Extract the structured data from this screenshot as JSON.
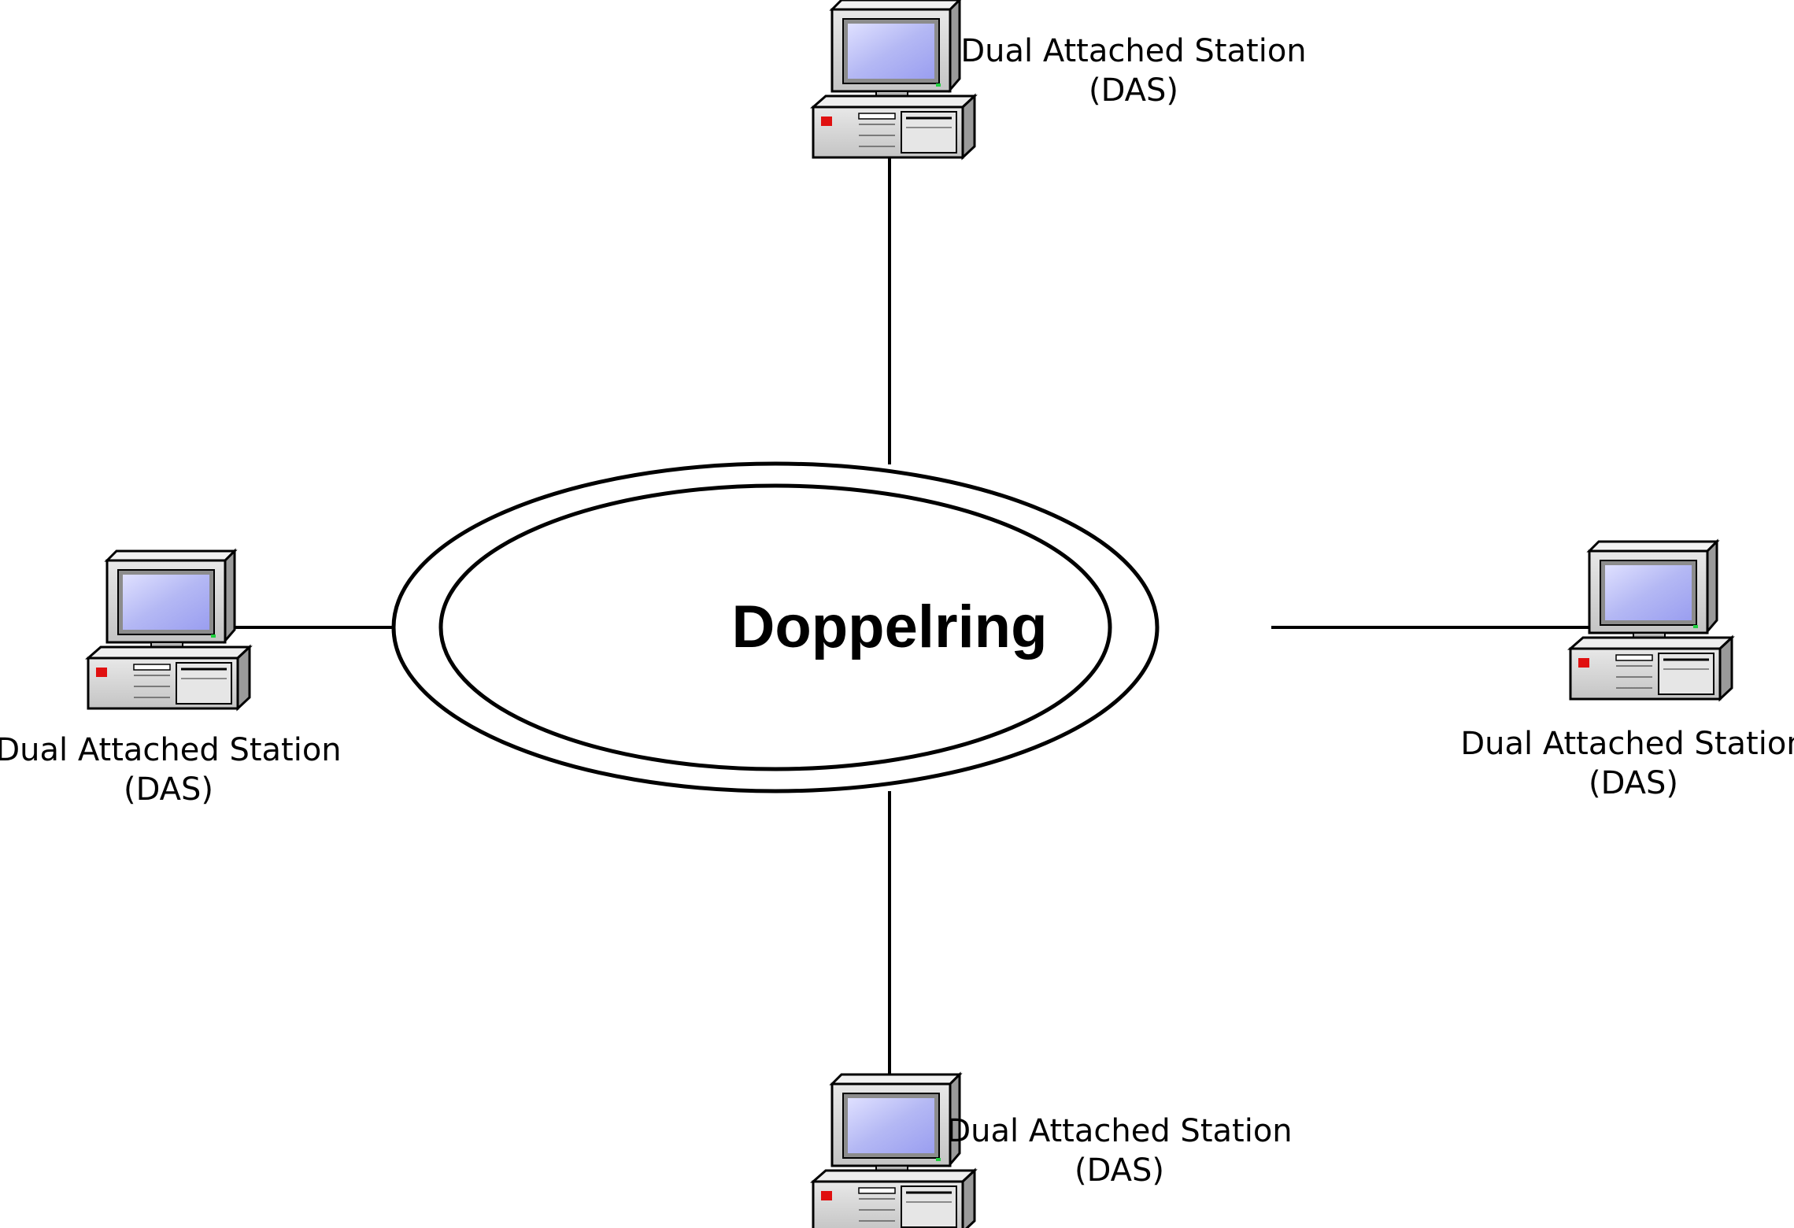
{
  "diagram": {
    "ring": {
      "title": "Doppelring"
    },
    "stations": [
      {
        "id": "top",
        "line1": "Dual Attached Station",
        "line2": "(DAS)"
      },
      {
        "id": "left",
        "line1": "Dual Attached Station",
        "line2": "(DAS)"
      },
      {
        "id": "right",
        "line1": "Dual Attached Station",
        "line2": "(DAS)"
      },
      {
        "id": "bottom",
        "line1": "Dual Attached Station",
        "line2": "(DAS)"
      }
    ],
    "colors": {
      "screen": "#b4b8f4",
      "case": "#d6d6d6",
      "led_red": "#e01010",
      "led_green": "#20d040"
    },
    "icons": [
      "desktop-computer-icon"
    ]
  }
}
